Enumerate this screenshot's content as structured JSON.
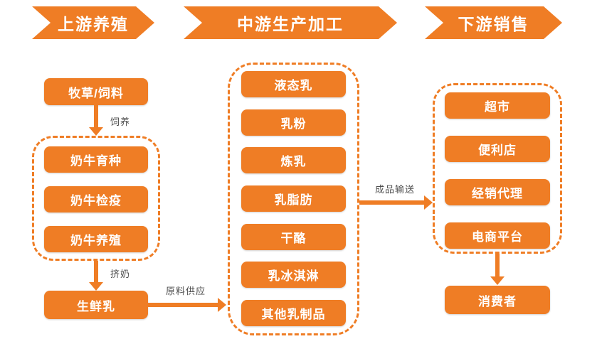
{
  "colors": {
    "orange": "#EF7D25",
    "label": "#4d4d4d"
  },
  "headers": [
    {
      "label": "上游养殖"
    },
    {
      "label": "中游生产加工"
    },
    {
      "label": "下游销售"
    }
  ],
  "upstream": {
    "feed": "牧草/饲料",
    "feed_arrow_label": "饲养",
    "group": [
      "奶牛育种",
      "奶牛检疫",
      "奶牛养殖"
    ],
    "milk_arrow_label": "挤奶",
    "raw_milk": "生鲜乳",
    "supply_arrow_label": "原料供应"
  },
  "midstream": {
    "products": [
      "液态乳",
      "乳粉",
      "炼乳",
      "乳脂肪",
      "干酪",
      "乳冰淇淋",
      "其他乳制品"
    ],
    "delivery_arrow_label": "成品输送"
  },
  "downstream": {
    "channels": [
      "超市",
      "便利店",
      "经销代理",
      "电商平台"
    ],
    "consumer": "消费者"
  }
}
